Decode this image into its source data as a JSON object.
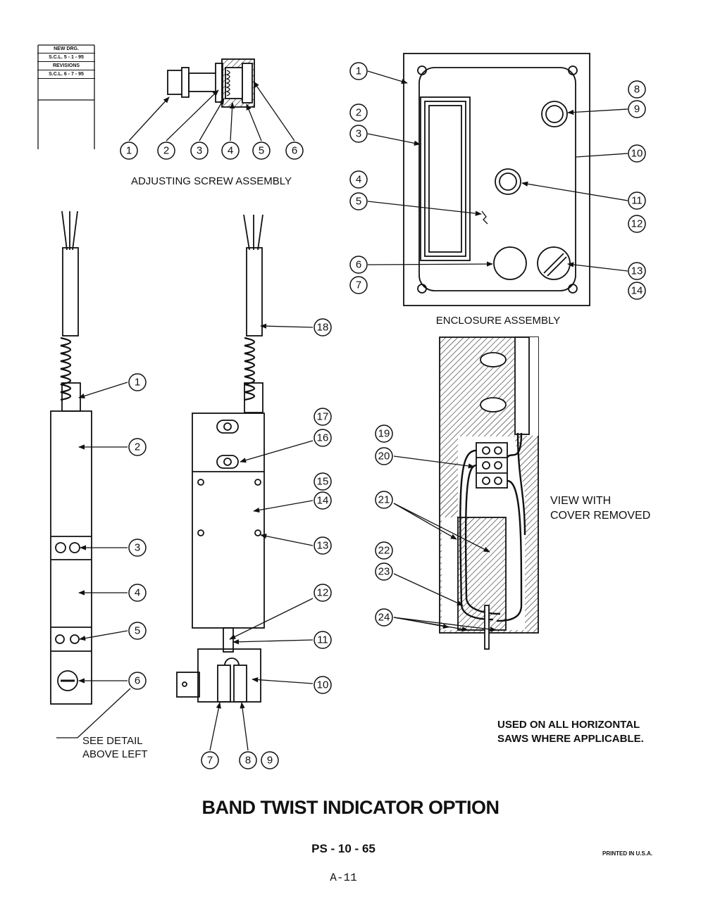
{
  "revision_box": {
    "new_drg_label": "NEW DRG.",
    "new_drg_date": "S.C.L. 5 - 1 - 95",
    "revisions_label": "REVISIONS",
    "revision_date": "S.C.L. 6 - 7 - 95"
  },
  "adjusting_screw": {
    "caption": "ADJUSTING SCREW ASSEMBLY",
    "callouts": [
      "1",
      "2",
      "3",
      "4",
      "5",
      "6"
    ]
  },
  "enclosure": {
    "caption": "ENCLOSURE ASSEMBLY",
    "callouts": [
      "1",
      "2",
      "3",
      "4",
      "5",
      "6",
      "7",
      "8",
      "9",
      "10",
      "11",
      "12",
      "13",
      "14"
    ]
  },
  "side_view": {
    "callouts": [
      "1",
      "2",
      "3",
      "4",
      "5",
      "6"
    ],
    "see_detail_line1": "SEE DETAIL",
    "see_detail_line2": "ABOVE LEFT"
  },
  "front_view": {
    "callouts": [
      "18",
      "17",
      "16",
      "15",
      "14",
      "13",
      "12",
      "11",
      "10",
      "7",
      "8",
      "9"
    ]
  },
  "cover_removed": {
    "caption_line1": "VIEW WITH",
    "caption_line2": "COVER REMOVED",
    "callouts": [
      "19",
      "20",
      "21",
      "22",
      "23",
      "24"
    ]
  },
  "note": {
    "line1": "USED ON ALL HORIZONTAL",
    "line2": "SAWS WHERE APPLICABLE."
  },
  "title": "BAND TWIST INDICATOR OPTION",
  "page_code": "PS - 10 - 65",
  "printed": "PRINTED IN U.S.A.",
  "page_number": "A-11"
}
